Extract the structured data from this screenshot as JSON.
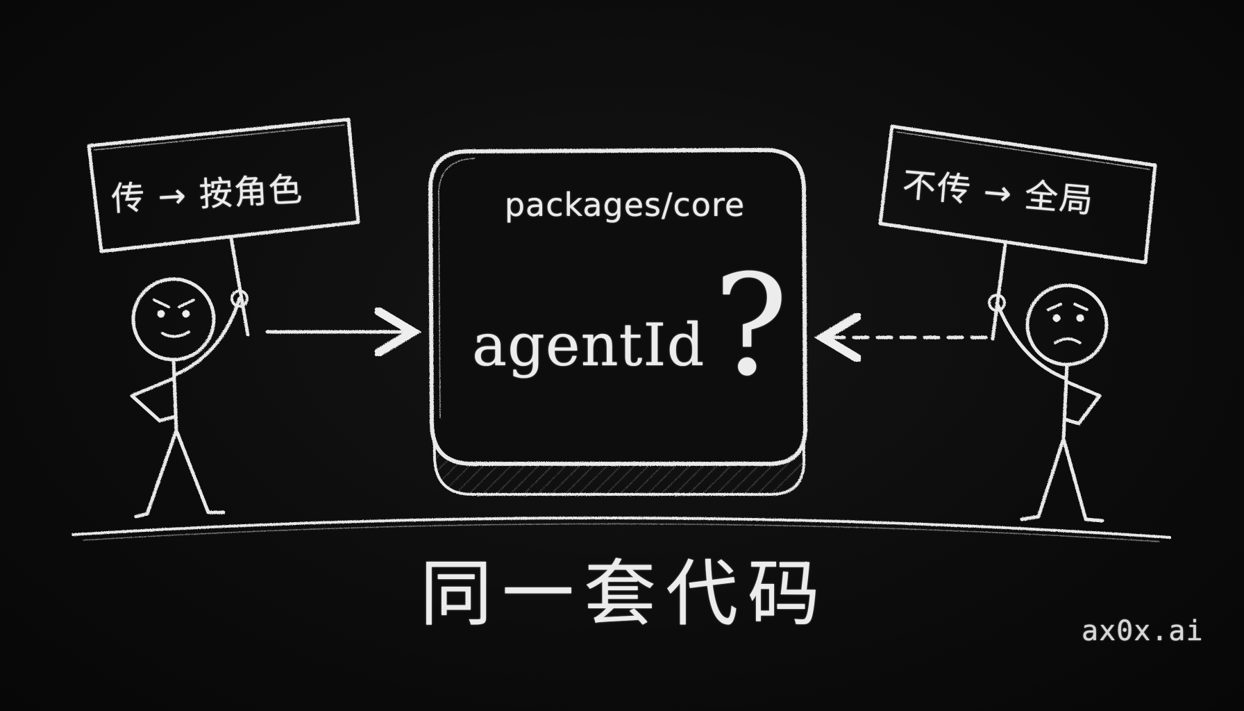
{
  "diagram": {
    "left_sign": "传 → 按角色",
    "right_sign": "不传 → 全局",
    "box_title": "packages/core",
    "box_main": "agentId",
    "box_symbol": "?",
    "caption": "同一套代码",
    "watermark": "ax0x.ai"
  },
  "colors": {
    "background": "#0b0b0b",
    "chalk": "#ececec"
  }
}
